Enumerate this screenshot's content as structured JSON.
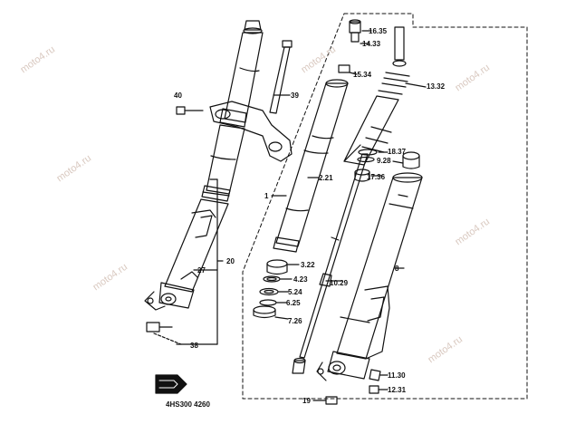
{
  "watermark": "moto4.ru",
  "diagram_code": "4HS300 4260",
  "callouts": [
    {
      "id": "c1635",
      "text": "16.35"
    },
    {
      "id": "c1433",
      "text": "14.33"
    },
    {
      "id": "c1534",
      "text": "15.34"
    },
    {
      "id": "c1332",
      "text": "13.32"
    },
    {
      "id": "c40",
      "text": "40"
    },
    {
      "id": "c39",
      "text": "39"
    },
    {
      "id": "c1837",
      "text": "18.37"
    },
    {
      "id": "c928",
      "text": "9.28"
    },
    {
      "id": "c221",
      "text": "2.21"
    },
    {
      "id": "c1736",
      "text": "17.36"
    },
    {
      "id": "c1",
      "text": "1"
    },
    {
      "id": "c322",
      "text": "3.22"
    },
    {
      "id": "c20",
      "text": "20"
    },
    {
      "id": "c27",
      "text": "27"
    },
    {
      "id": "c423",
      "text": "4.23"
    },
    {
      "id": "c1029",
      "text": "10.29"
    },
    {
      "id": "c8",
      "text": "8"
    },
    {
      "id": "c524",
      "text": "5.24"
    },
    {
      "id": "c625",
      "text": "6.25"
    },
    {
      "id": "c726",
      "text": "7.26"
    },
    {
      "id": "c38",
      "text": "38"
    },
    {
      "id": "c1130",
      "text": "11.30"
    },
    {
      "id": "c1231",
      "text": "12.31"
    },
    {
      "id": "c19",
      "text": "19"
    }
  ]
}
